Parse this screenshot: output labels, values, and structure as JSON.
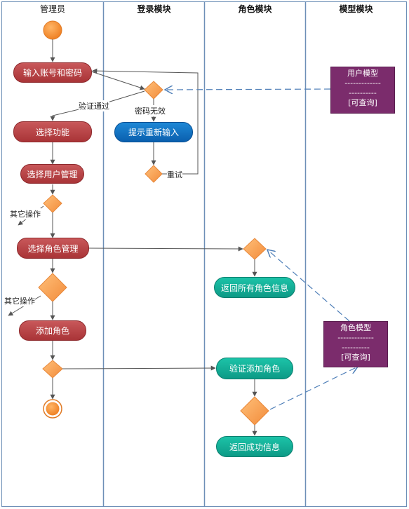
{
  "lanes": {
    "admin": "管理员",
    "login": "登录模块",
    "role": "角色模块",
    "model": "模型模块"
  },
  "nodes": {
    "enter_credentials": "输入账号和密码",
    "select_function": "选择功能",
    "select_user_mgmt": "选择用户管理",
    "select_role_mgmt": "选择角色管理",
    "add_role": "添加角色",
    "prompt_reenter": "提示重新输入",
    "return_all_roles": "返回所有角色信息",
    "verify_add_role": "验证添加角色",
    "return_success": "返回成功信息"
  },
  "labels": {
    "verified": "验证通过",
    "invalid_password": "密码无效",
    "retry": "重试",
    "other_ops_1": "其它操作",
    "other_ops_2": "其它操作"
  },
  "models": {
    "user_model": {
      "title": "用户模型",
      "line1": "-------------",
      "line2": "----------",
      "query": "[可查询]"
    },
    "role_model": {
      "title": "角色模型",
      "line1": "-------------",
      "line2": "----------",
      "query": "[可查询]"
    }
  },
  "colors": {
    "action_red": "#b23c3f",
    "action_blue": "#0a6cc0",
    "action_teal": "#12b096",
    "decision": "#f7a25a",
    "start": "#f28a2e",
    "model_purple": "#7b2c6c",
    "dashed_line": "#4f7fb8",
    "lane_border": "#6d8fb7"
  }
}
